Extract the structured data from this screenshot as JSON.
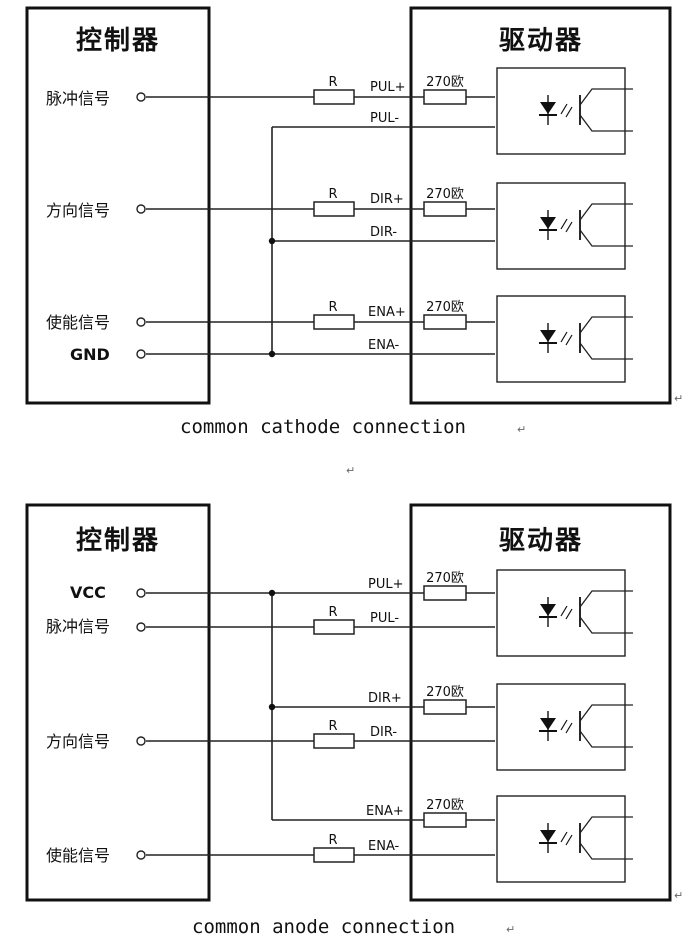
{
  "controller_title": "控制器",
  "driver_title": "驱动器",
  "resistor_label": "R",
  "driver_resistor_label": "270欧",
  "return_mark": "↵",
  "cathode": {
    "caption": "common cathode connection",
    "inputs": [
      "脉冲信号",
      "方向信号",
      "使能信号",
      "GND"
    ],
    "pins": [
      [
        "PUL+",
        "PUL-"
      ],
      [
        "DIR+",
        "DIR-"
      ],
      [
        "ENA+",
        "ENA-"
      ]
    ]
  },
  "anode": {
    "caption": "common anode connection",
    "inputs": [
      "VCC",
      "脉冲信号",
      "方向信号",
      "使能信号"
    ],
    "pins": [
      [
        "PUL+",
        "PUL-"
      ],
      [
        "DIR+",
        "DIR-"
      ],
      [
        "ENA+",
        "ENA-"
      ]
    ]
  }
}
